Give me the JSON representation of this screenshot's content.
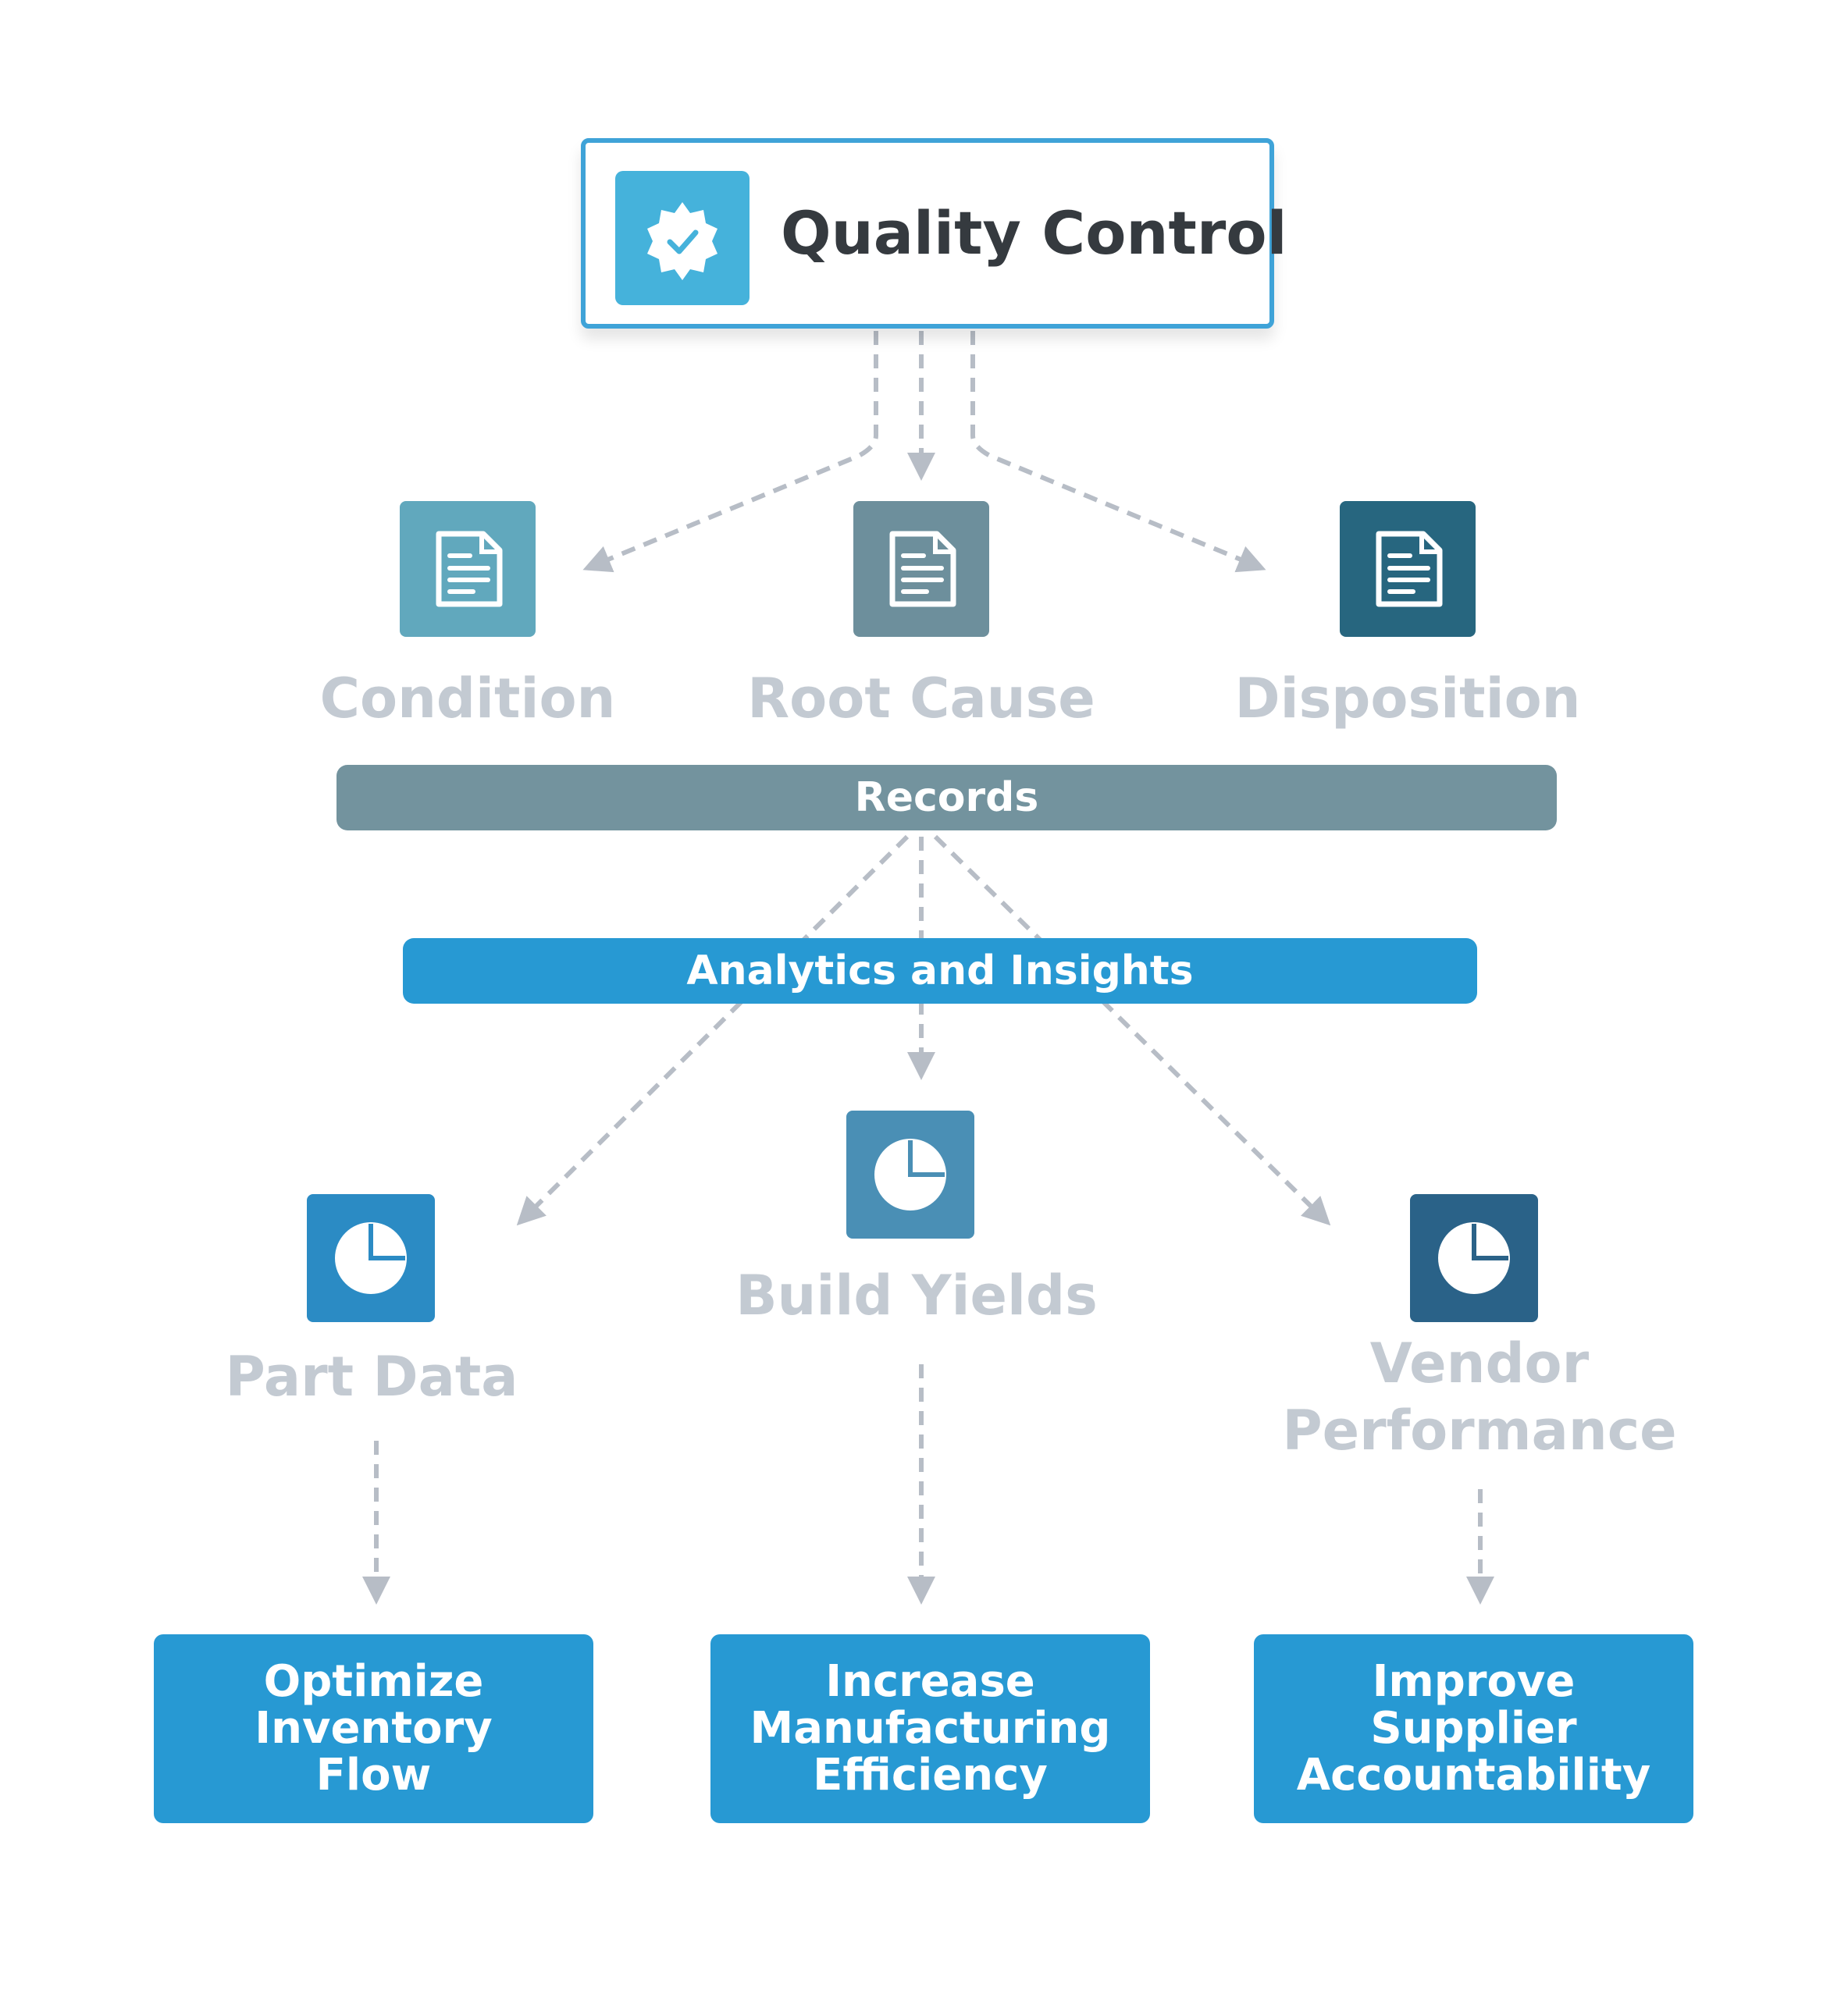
{
  "root": {
    "title": "Quality Control",
    "icon": "verified-badge-icon",
    "icon_color": "#45b2db"
  },
  "records": {
    "items": [
      {
        "label": "Condition",
        "icon": "document-icon",
        "color": "#61a8bd"
      },
      {
        "label": "Root Cause",
        "icon": "document-icon",
        "color": "#6d8f9c"
      },
      {
        "label": "Disposition",
        "icon": "document-icon",
        "color": "#27667f"
      }
    ],
    "bar_label": "Records",
    "bar_color": "#73939e"
  },
  "analytics": {
    "bar_label": "Analytics and Insights",
    "bar_color": "#2799d3",
    "items": [
      {
        "label": "Part Data",
        "icon": "pie-chart-icon",
        "color": "#2b8bc4"
      },
      {
        "label": "Build Yields",
        "icon": "pie-chart-icon",
        "color": "#4a8fb5"
      },
      {
        "label_lines": [
          "Vendor",
          "Performance"
        ],
        "icon": "pie-chart-icon",
        "color": "#2a6288"
      }
    ]
  },
  "outcomes": [
    {
      "lines": [
        "Optimize Inventory",
        "Flow"
      ]
    },
    {
      "lines": [
        "Increase",
        "Manufacturing",
        "Efficiency"
      ]
    },
    {
      "lines": [
        "Improve Supplier",
        "Accountability"
      ]
    }
  ],
  "colors": {
    "accent": "#2799d3",
    "label_text": "#c3cad2",
    "connector": "#b7bdc6",
    "title_text": "#353a3f"
  }
}
